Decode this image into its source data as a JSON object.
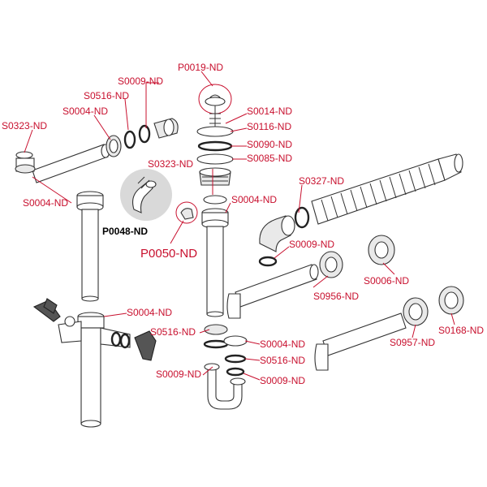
{
  "labels": {
    "p0019": "P0019-ND",
    "s0009_top": "S0009-ND",
    "s0516_top": "S0516-ND",
    "s0014": "S0014-ND",
    "s0004_top": "S0004-ND",
    "s0116": "S0116-ND",
    "s0323_left": "S0323-ND",
    "s0090": "S0090-ND",
    "s0085": "S0085-ND",
    "s0323_mid": "S0323-ND",
    "s0327": "S0327-ND",
    "s0004_left": "S0004-ND",
    "s0004_mid": "S0004-ND",
    "p0048": "P0048-ND",
    "p0050": "P0050-ND",
    "s0009_mid": "S0009-ND",
    "s0006": "S0006-ND",
    "s0956": "S0956-ND",
    "s0004_low": "S0004-ND",
    "s0168": "S0168-ND",
    "s0957": "S0957-ND",
    "s0516_low": "S0516-ND",
    "s0004_r": "S0004-ND",
    "s0516_r": "S0516-ND",
    "s0009_low": "S0009-ND",
    "s0009_r": "S0009-ND"
  },
  "colors": {
    "label": "#c8102e",
    "outline": "#333333",
    "highlight_bg": "#d9d9d9"
  }
}
